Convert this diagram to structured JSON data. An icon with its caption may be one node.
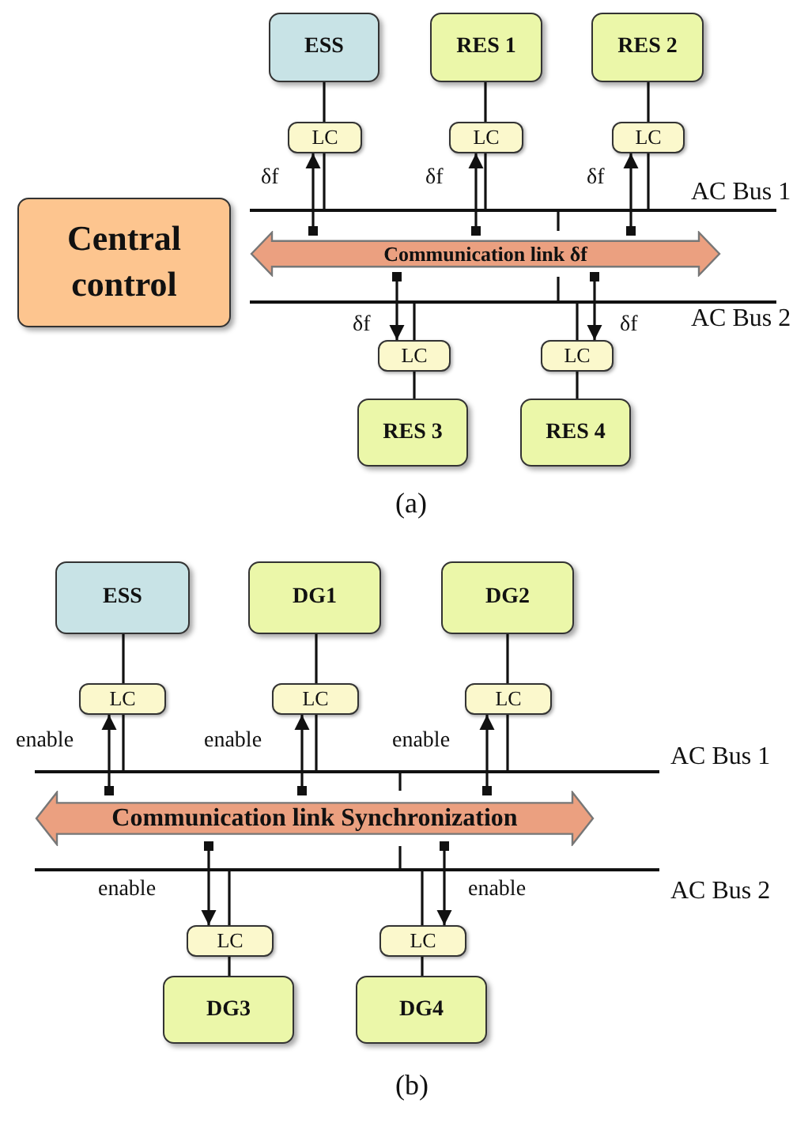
{
  "diagram": {
    "nodes": [
      {
        "text": [
          "ESS"
        ]
      },
      {
        "text": [
          "RES 1"
        ]
      },
      {
        "text": [
          "RES 2"
        ]
      },
      {
        "text": [
          "LC"
        ]
      },
      {
        "text": [
          "LC"
        ]
      },
      {
        "text": [
          "LC"
        ]
      },
      {
        "text": [],
        "shape": "bar",
        "beside": [
          "AC Bus 1"
        ]
      },
      {
        "text": [
          "Central control"
        ]
      },
      {
        "text": [
          "Communication link δf"
        ]
      },
      {
        "text": [],
        "shape": "bar",
        "beside": [
          "AC Bus 2"
        ]
      },
      {
        "text": [
          "LC"
        ]
      },
      {
        "text": [
          "LC"
        ]
      },
      {
        "text": [
          "RES 3"
        ]
      },
      {
        "text": [
          "RES 4"
        ]
      },
      {
        "text": [
          "ESS"
        ]
      },
      {
        "text": [
          "DG1"
        ]
      },
      {
        "text": [
          "DG2"
        ]
      },
      {
        "text": [
          "LC"
        ]
      },
      {
        "text": [
          "LC"
        ]
      },
      {
        "text": [
          "LC"
        ]
      },
      {
        "text": [],
        "shape": "bar",
        "beside": [
          "AC Bus 1"
        ]
      },
      {
        "text": [
          "Communication link Synchronization"
        ]
      },
      {
        "text": [],
        "shape": "bar",
        "beside": [
          "AC Bus 2"
        ]
      },
      {
        "text": [
          "LC"
        ]
      },
      {
        "text": [
          "LC"
        ]
      },
      {
        "text": [
          "DG3"
        ]
      },
      {
        "text": [
          "DG4"
        ]
      }
    ],
    "edges": [
      {
        "from": 0,
        "to": 3,
        "arrow": "none"
      },
      {
        "from": 1,
        "to": 4,
        "arrow": "none"
      },
      {
        "from": 2,
        "to": 5,
        "arrow": "none"
      },
      {
        "from": 3,
        "to": 6,
        "arrow": "none"
      },
      {
        "from": 4,
        "to": 6,
        "arrow": "none"
      },
      {
        "from": 5,
        "to": 6,
        "arrow": "none"
      },
      {
        "from": 8,
        "to": 3,
        "arrow": "to",
        "label": "δf"
      },
      {
        "from": 8,
        "to": 4,
        "arrow": "to",
        "label": "δf"
      },
      {
        "from": 8,
        "to": 5,
        "arrow": "to",
        "label": "δf"
      },
      {
        "from": 6,
        "to": 8,
        "arrow": "none"
      },
      {
        "from": 8,
        "to": 9,
        "arrow": "none"
      },
      {
        "from": 8,
        "to": 10,
        "arrow": "to",
        "label": "δf"
      },
      {
        "from": 8,
        "to": 11,
        "arrow": "to",
        "label": "δf"
      },
      {
        "from": 10,
        "to": 9,
        "arrow": "none"
      },
      {
        "from": 11,
        "to": 9,
        "arrow": "none"
      },
      {
        "from": 10,
        "to": 12,
        "arrow": "none"
      },
      {
        "from": 11,
        "to": 13,
        "arrow": "none"
      },
      {
        "from": 14,
        "to": 17,
        "arrow": "none"
      },
      {
        "from": 15,
        "to": 18,
        "arrow": "none"
      },
      {
        "from": 16,
        "to": 19,
        "arrow": "none"
      },
      {
        "from": 17,
        "to": 20,
        "arrow": "none"
      },
      {
        "from": 18,
        "to": 20,
        "arrow": "none"
      },
      {
        "from": 19,
        "to": 20,
        "arrow": "none"
      },
      {
        "from": 21,
        "to": 17,
        "arrow": "to",
        "label": "enable"
      },
      {
        "from": 21,
        "to": 18,
        "arrow": "to",
        "label": "enable"
      },
      {
        "from": 21,
        "to": 19,
        "arrow": "to",
        "label": "enable"
      },
      {
        "from": 20,
        "to": 21,
        "arrow": "none"
      },
      {
        "from": 21,
        "to": 22,
        "arrow": "none"
      },
      {
        "from": 21,
        "to": 23,
        "arrow": "to",
        "label": "enable"
      },
      {
        "from": 21,
        "to": 24,
        "arrow": "to",
        "label": "enable"
      },
      {
        "from": 23,
        "to": 22,
        "arrow": "none"
      },
      {
        "from": 24,
        "to": 22,
        "arrow": "none"
      },
      {
        "from": 23,
        "to": 25,
        "arrow": "none"
      },
      {
        "from": 24,
        "to": 26,
        "arrow": "none"
      }
    ],
    "labels": [
      "(a)",
      "(b)"
    ]
  }
}
